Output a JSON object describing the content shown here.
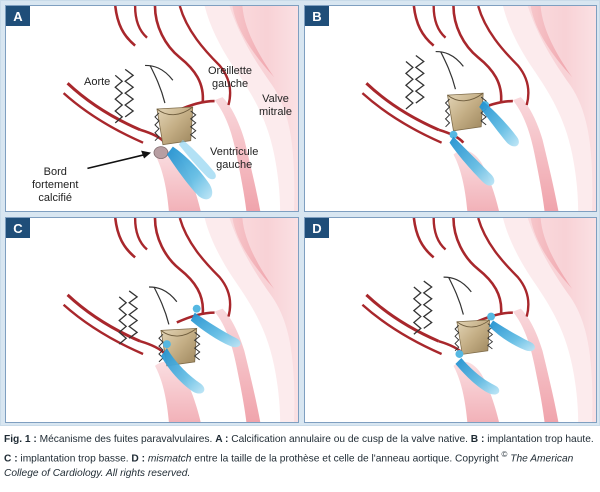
{
  "panels": [
    {
      "id": "a",
      "tag": "A"
    },
    {
      "id": "b",
      "tag": "B"
    },
    {
      "id": "c",
      "tag": "C"
    },
    {
      "id": "d",
      "tag": "D"
    }
  ],
  "labels": {
    "aorte": "Aorte",
    "oreillette_1": "Oreillette",
    "oreillette_2": "gauche",
    "valve_1": "Valve",
    "valve_2": "mitrale",
    "ventricule_1": "Ventricule",
    "ventricule_2": "gauche",
    "bord_1": "Bord",
    "bord_2": "fortement",
    "bord_3": "calcifié"
  },
  "caption": {
    "fig": "Fig. 1 :",
    "intro": " Mécanisme des fuites paravalvulaires. ",
    "a_key": "A :",
    "a_text": " Calcification annulaire ou de cusp de la valve native. ",
    "b_key": "B :",
    "b_text": " implantation trop haute. ",
    "c_key": "C :",
    "c_text": " implantation trop basse. ",
    "d_key": "D :",
    "d_mismatch": "mismatch",
    "d_text": " entre la taille de la prothèse et celle de l'anneau aortique. Copyright",
    "copyright_symbol": "©",
    "publisher": " The American College of Cardiology. All rights reserved."
  },
  "colors": {
    "frame_bg": "#d8e6f1",
    "panel_border": "#7f9fc0",
    "tag_bg": "#1f4e79",
    "vessel": "#a8272c",
    "heart_wall": "#f3b8bd",
    "heart_wall_dark": "#e48f98",
    "valve_tan": "#c8b48e",
    "jet_blue": "#5fb7df"
  }
}
